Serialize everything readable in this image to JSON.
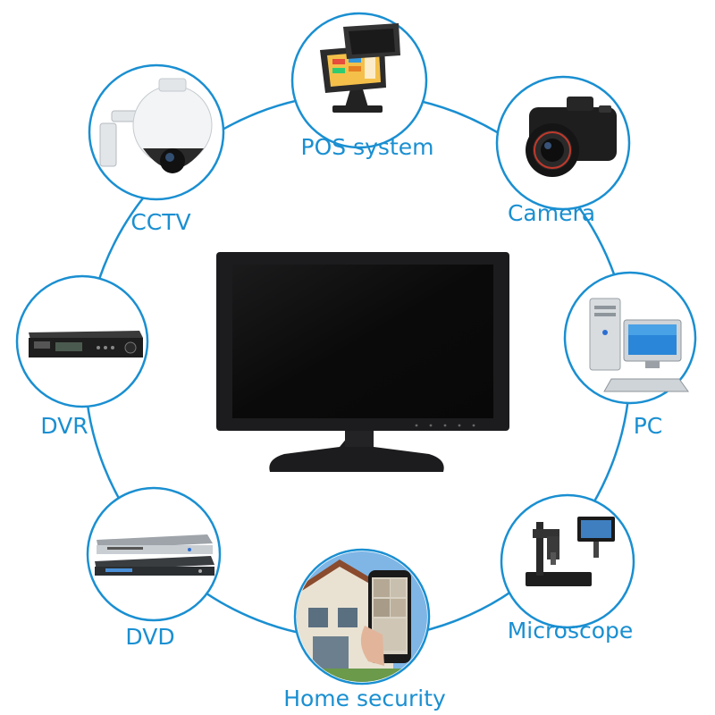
{
  "colors": {
    "accent": "#1a8fd1",
    "background": "#ffffff",
    "monitor_body": "#1c1c1e",
    "monitor_screen": "#0a0a0a"
  },
  "center": {
    "device": "monitor",
    "icon": "monitor-icon"
  },
  "nodes": [
    {
      "id": "pos-system",
      "label": "POS system",
      "icon": "pos-terminal-icon"
    },
    {
      "id": "camera",
      "label": "Camera",
      "icon": "dslr-camera-icon"
    },
    {
      "id": "pc",
      "label": "PC",
      "icon": "desktop-computer-icon"
    },
    {
      "id": "microscope",
      "label": "Microscope",
      "icon": "digital-microscope-icon"
    },
    {
      "id": "home-security",
      "label": "Home security",
      "icon": "home-security-icon"
    },
    {
      "id": "dvd",
      "label": "DVD",
      "icon": "dvd-player-icon"
    },
    {
      "id": "dvr",
      "label": "DVR",
      "icon": "dvr-recorder-icon"
    },
    {
      "id": "cctv",
      "label": "CCTV",
      "icon": "dome-cctv-camera-icon"
    }
  ]
}
